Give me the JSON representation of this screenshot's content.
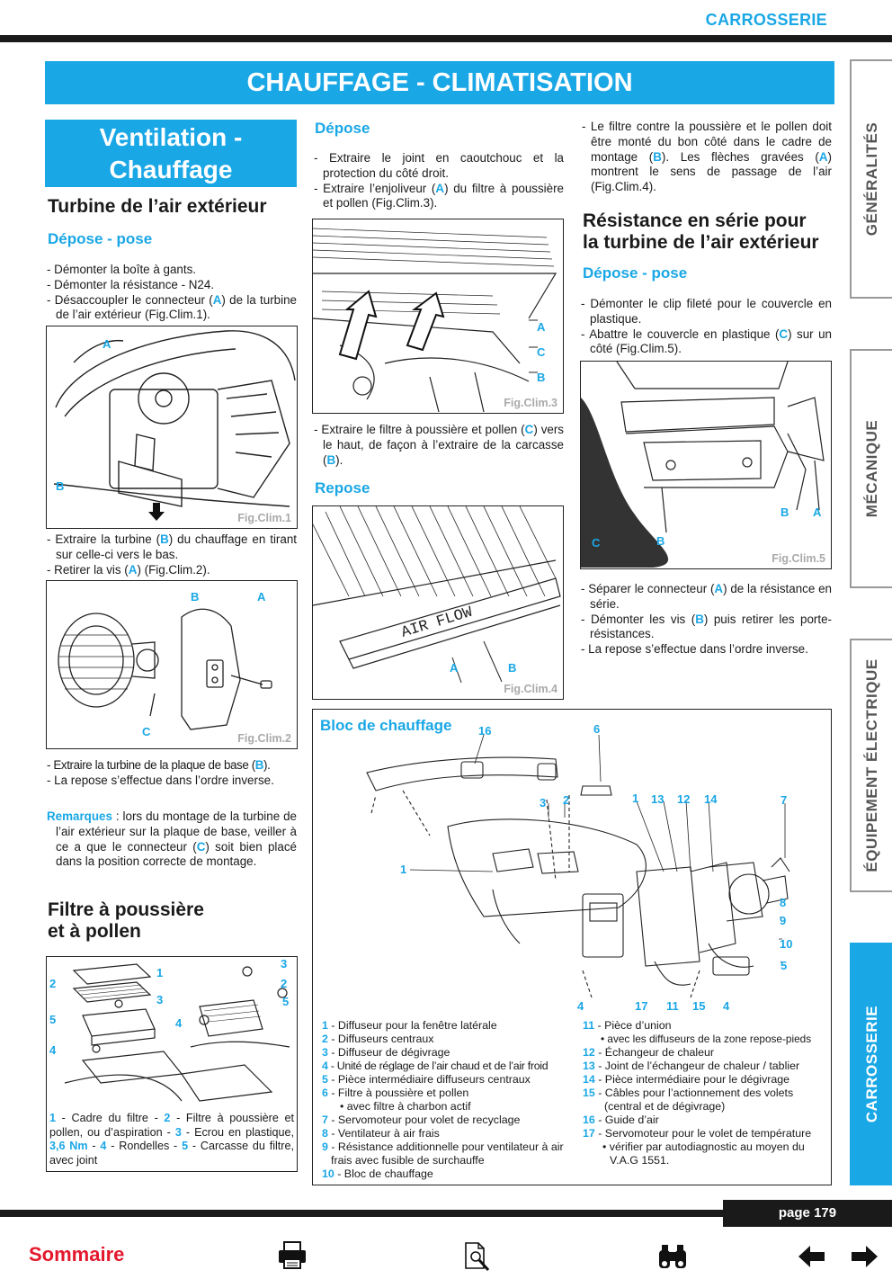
{
  "header": {
    "section": "CARROSSERIE",
    "title": "CHAUFFAGE - CLIMATISATION"
  },
  "side_tabs": [
    "GÉNÉRALITÉS",
    "MÉCANIQUE",
    "ÉQUIPEMENT ÉLECTRIQUE",
    "CARROSSERIE"
  ],
  "section_title_1": "Ventilation -",
  "section_title_2": "Chauffage",
  "col1": {
    "h_turbine": "Turbine de l’air extérieur",
    "h_depose_pose": "Dépose - pose",
    "steps1": [
      "- Démonter la boîte à gants.",
      "- Démonter la résistance - N24."
    ],
    "step3_a": "- Désaccoupler le connecteur (",
    "step3_b": ") de la turbine de l’air extérieur (Fig.Clim.1).",
    "steps2_1a": "- Extraire la turbine (",
    "steps2_1b": ") du chauffage en tirant sur celle-ci vers le bas.",
    "steps2_2a": "- Retirer la vis (",
    "steps2_2b": ") (Fig.Clim.2).",
    "steps3_1a": "- Extraire la turbine de la plaque de base (",
    "steps3_1b": ").",
    "steps3_2": "- La repose s’effectue dans l’ordre inverse.",
    "remark_label": "Remarques",
    "remark_a": " : lors du montage de la turbine de l’air extérieur sur la plaque de base, veiller à ce a que le connecteur (",
    "remark_b": ") soit bien placé dans la position correcte de montage.",
    "h_filtre_1": "Filtre à poussière",
    "h_filtre_2": "et à pollen",
    "filter_caption": [
      {
        "n": "1",
        "t": " - Cadre du filtre - "
      },
      {
        "n": "2",
        "t": " - Filtre à poussière et pollen, ou d’aspiration - "
      },
      {
        "n": "3",
        "t": " - Ecrou en plastique, "
      },
      {
        "n": "3,6 Nm",
        "t": " - "
      },
      {
        "n": "4",
        "t": " - Rondelles - "
      },
      {
        "n": "5",
        "t": " - Carcasse du filtre, avec joint"
      }
    ]
  },
  "col2": {
    "h_depose": "Dépose",
    "d1": "- Extraire le joint en caoutchouc et la protection du côté droit.",
    "d2a": "- Extraire l’enjoliveur (",
    "d2b": ") du filtre à poussière et pollen (Fig.Clim.3).",
    "d3a": "- Extraire le filtre à poussière et pollen (",
    "d3b": ") vers le haut, de façon à l’extraire de la carcasse (",
    "d3c": ").",
    "h_repose": "Repose",
    "air_flow": "AIR FLOW"
  },
  "col3": {
    "p1a": "- Le filtre contre la poussière et le pollen doit être monté du bon côté dans le cadre de montage (",
    "p1b": "). Les flèches gravées (",
    "p1c": ") montrent le sens de passage de l’air (Fig.Clim.4).",
    "h_res_1": "Résistance en série pour",
    "h_res_2": "la turbine de l’air extérieur",
    "h_depose_pose": "Dépose - pose",
    "r1": "- Démonter le clip fileté pour le couvercle en plastique.",
    "r2a": "- Abattre le couvercle en plastique (",
    "r2b": ") sur un côté (Fig.Clim.5).",
    "r3a": "- Séparer le connecteur (",
    "r3b": ") de la résistance en série.",
    "r4a": "- Démonter les vis (",
    "r4b": ") puis retirer les porte-résistances.",
    "r5": "- La repose s’effectue dans l’ordre inverse."
  },
  "figs": {
    "f1": "Fig.Clim.1",
    "f2": "Fig.Clim.2",
    "f3": "Fig.Clim.3",
    "f4": "Fig.Clim.4",
    "f5": "Fig.Clim.5"
  },
  "letters": {
    "A": "A",
    "B": "B",
    "C": "C"
  },
  "bloc": {
    "title": "Bloc de chauffage",
    "legend_left": [
      {
        "n": "1",
        "t": " - Diffuseur pour la fenêtre latérale"
      },
      {
        "n": "2",
        "t": " - Diffuseurs centraux"
      },
      {
        "n": "3",
        "t": " - Diffuseur de dégivrage"
      },
      {
        "n": "4",
        "t": " - Unité de réglage de l’air chaud et de l’air froid"
      },
      {
        "n": "5",
        "t": " - Pièce intermédiaire diffuseurs centraux"
      },
      {
        "n": "6",
        "t": " - Filtre à poussière et pollen"
      },
      {
        "n": "",
        "t": "• avec filtre à charbon actif"
      },
      {
        "n": "7",
        "t": " - Servomoteur pour volet de recyclage"
      },
      {
        "n": "8",
        "t": " - Ventilateur à air frais"
      },
      {
        "n": "9",
        "t": " - Résistance additionnelle pour ventilateur à air frais avec fusible de surchauffe"
      },
      {
        "n": "10",
        "t": " - Bloc de chauffage"
      }
    ],
    "legend_right": [
      {
        "n": "11",
        "t": " - Pièce d’union"
      },
      {
        "n": "",
        "t": "• avec les diffuseurs de la zone repose-pieds"
      },
      {
        "n": "12",
        "t": " - Échangeur de chaleur"
      },
      {
        "n": "13",
        "t": " - Joint de l’échangeur de chaleur / tablier"
      },
      {
        "n": "14",
        "t": " - Pièce intermédiaire pour le dégivrage"
      },
      {
        "n": "15",
        "t": " - Câbles pour l’actionnement des volets (central et de dégivrage)"
      },
      {
        "n": "16",
        "t": " - Guide d’air"
      },
      {
        "n": "17",
        "t": " - Servomoteur pour le volet de température"
      },
      {
        "n": "",
        "t": "• vérifier par autodiagnostic au moyen du V.A.G 1551."
      }
    ]
  },
  "footer": {
    "page": "page 179",
    "sommaire": "Sommaire"
  },
  "colors": {
    "accent": "#1aa7e6",
    "dark": "#1a1a1a"
  },
  "icons": [
    "printer-icon",
    "zoom-page-icon",
    "binoculars-icon",
    "arrow-left-icon",
    "arrow-right-icon"
  ]
}
